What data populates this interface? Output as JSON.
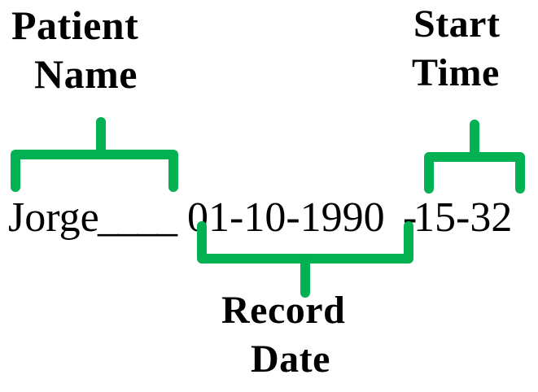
{
  "figure": {
    "type": "annotated-filename-diagram",
    "background_color": "#FFFFFF",
    "accent_color": "#03B052",
    "text_color": "#000000"
  },
  "filename": {
    "full_text": "Jorge____01-10-1990-15-32",
    "patient_part": "Jorge",
    "separator": "____",
    "date_part": "01-10-1990",
    "dash": "-",
    "time_part": "15-32"
  },
  "annotations": {
    "patient_name": {
      "label_line_1": "Patient",
      "label_line_2": "Name",
      "brace_direction": "down",
      "covers": "Jorge"
    },
    "record_date": {
      "label_line_1": "Record",
      "label_line_2": "Date",
      "brace_direction": "up",
      "covers": "01-10-1990"
    },
    "start_time": {
      "label_line_1": "Start",
      "label_line_2": "Time",
      "brace_direction": "down",
      "covers": "15-32"
    }
  }
}
